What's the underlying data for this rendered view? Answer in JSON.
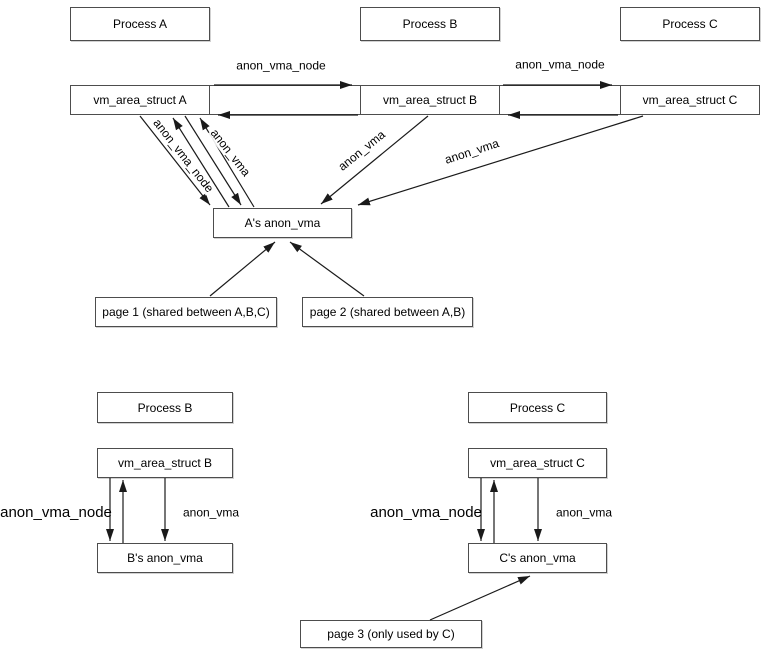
{
  "colors": {
    "background": "#ffffff",
    "box_border": "#4d4d4d",
    "arrow_stroke": "#1a1a1a",
    "text": "#000000"
  },
  "top_diagram": {
    "processes": [
      "Process A",
      "Process B",
      "Process C"
    ],
    "vma_cells": [
      "vm_area_struct A",
      "vm_area_struct B",
      "vm_area_struct C"
    ],
    "list_labels": [
      "anon_vma_node",
      "anon_vma_node"
    ],
    "anon_vma_box": "A's anon_vma",
    "edge_labels": {
      "a_node": "anon_vma_node",
      "a_vma": "anon_vma",
      "b_vma": "anon_vma",
      "c_vma": "anon_vma"
    },
    "pages": [
      "page 1 (shared between A,B,C)",
      "page 2 (shared between A,B)"
    ]
  },
  "bottom_left_diagram": {
    "process": "Process B",
    "vma": "vm_area_struct B",
    "anon_vma_box": "B's anon_vma",
    "node_label": "anon_vma_node",
    "vma_label": "anon_vma"
  },
  "bottom_right_diagram": {
    "process": "Process C",
    "vma": "vm_area_struct C",
    "anon_vma_box": "C's anon_vma",
    "node_label": "anon_vma_node",
    "vma_label": "anon_vma",
    "page": "page 3 (only used by C)"
  }
}
